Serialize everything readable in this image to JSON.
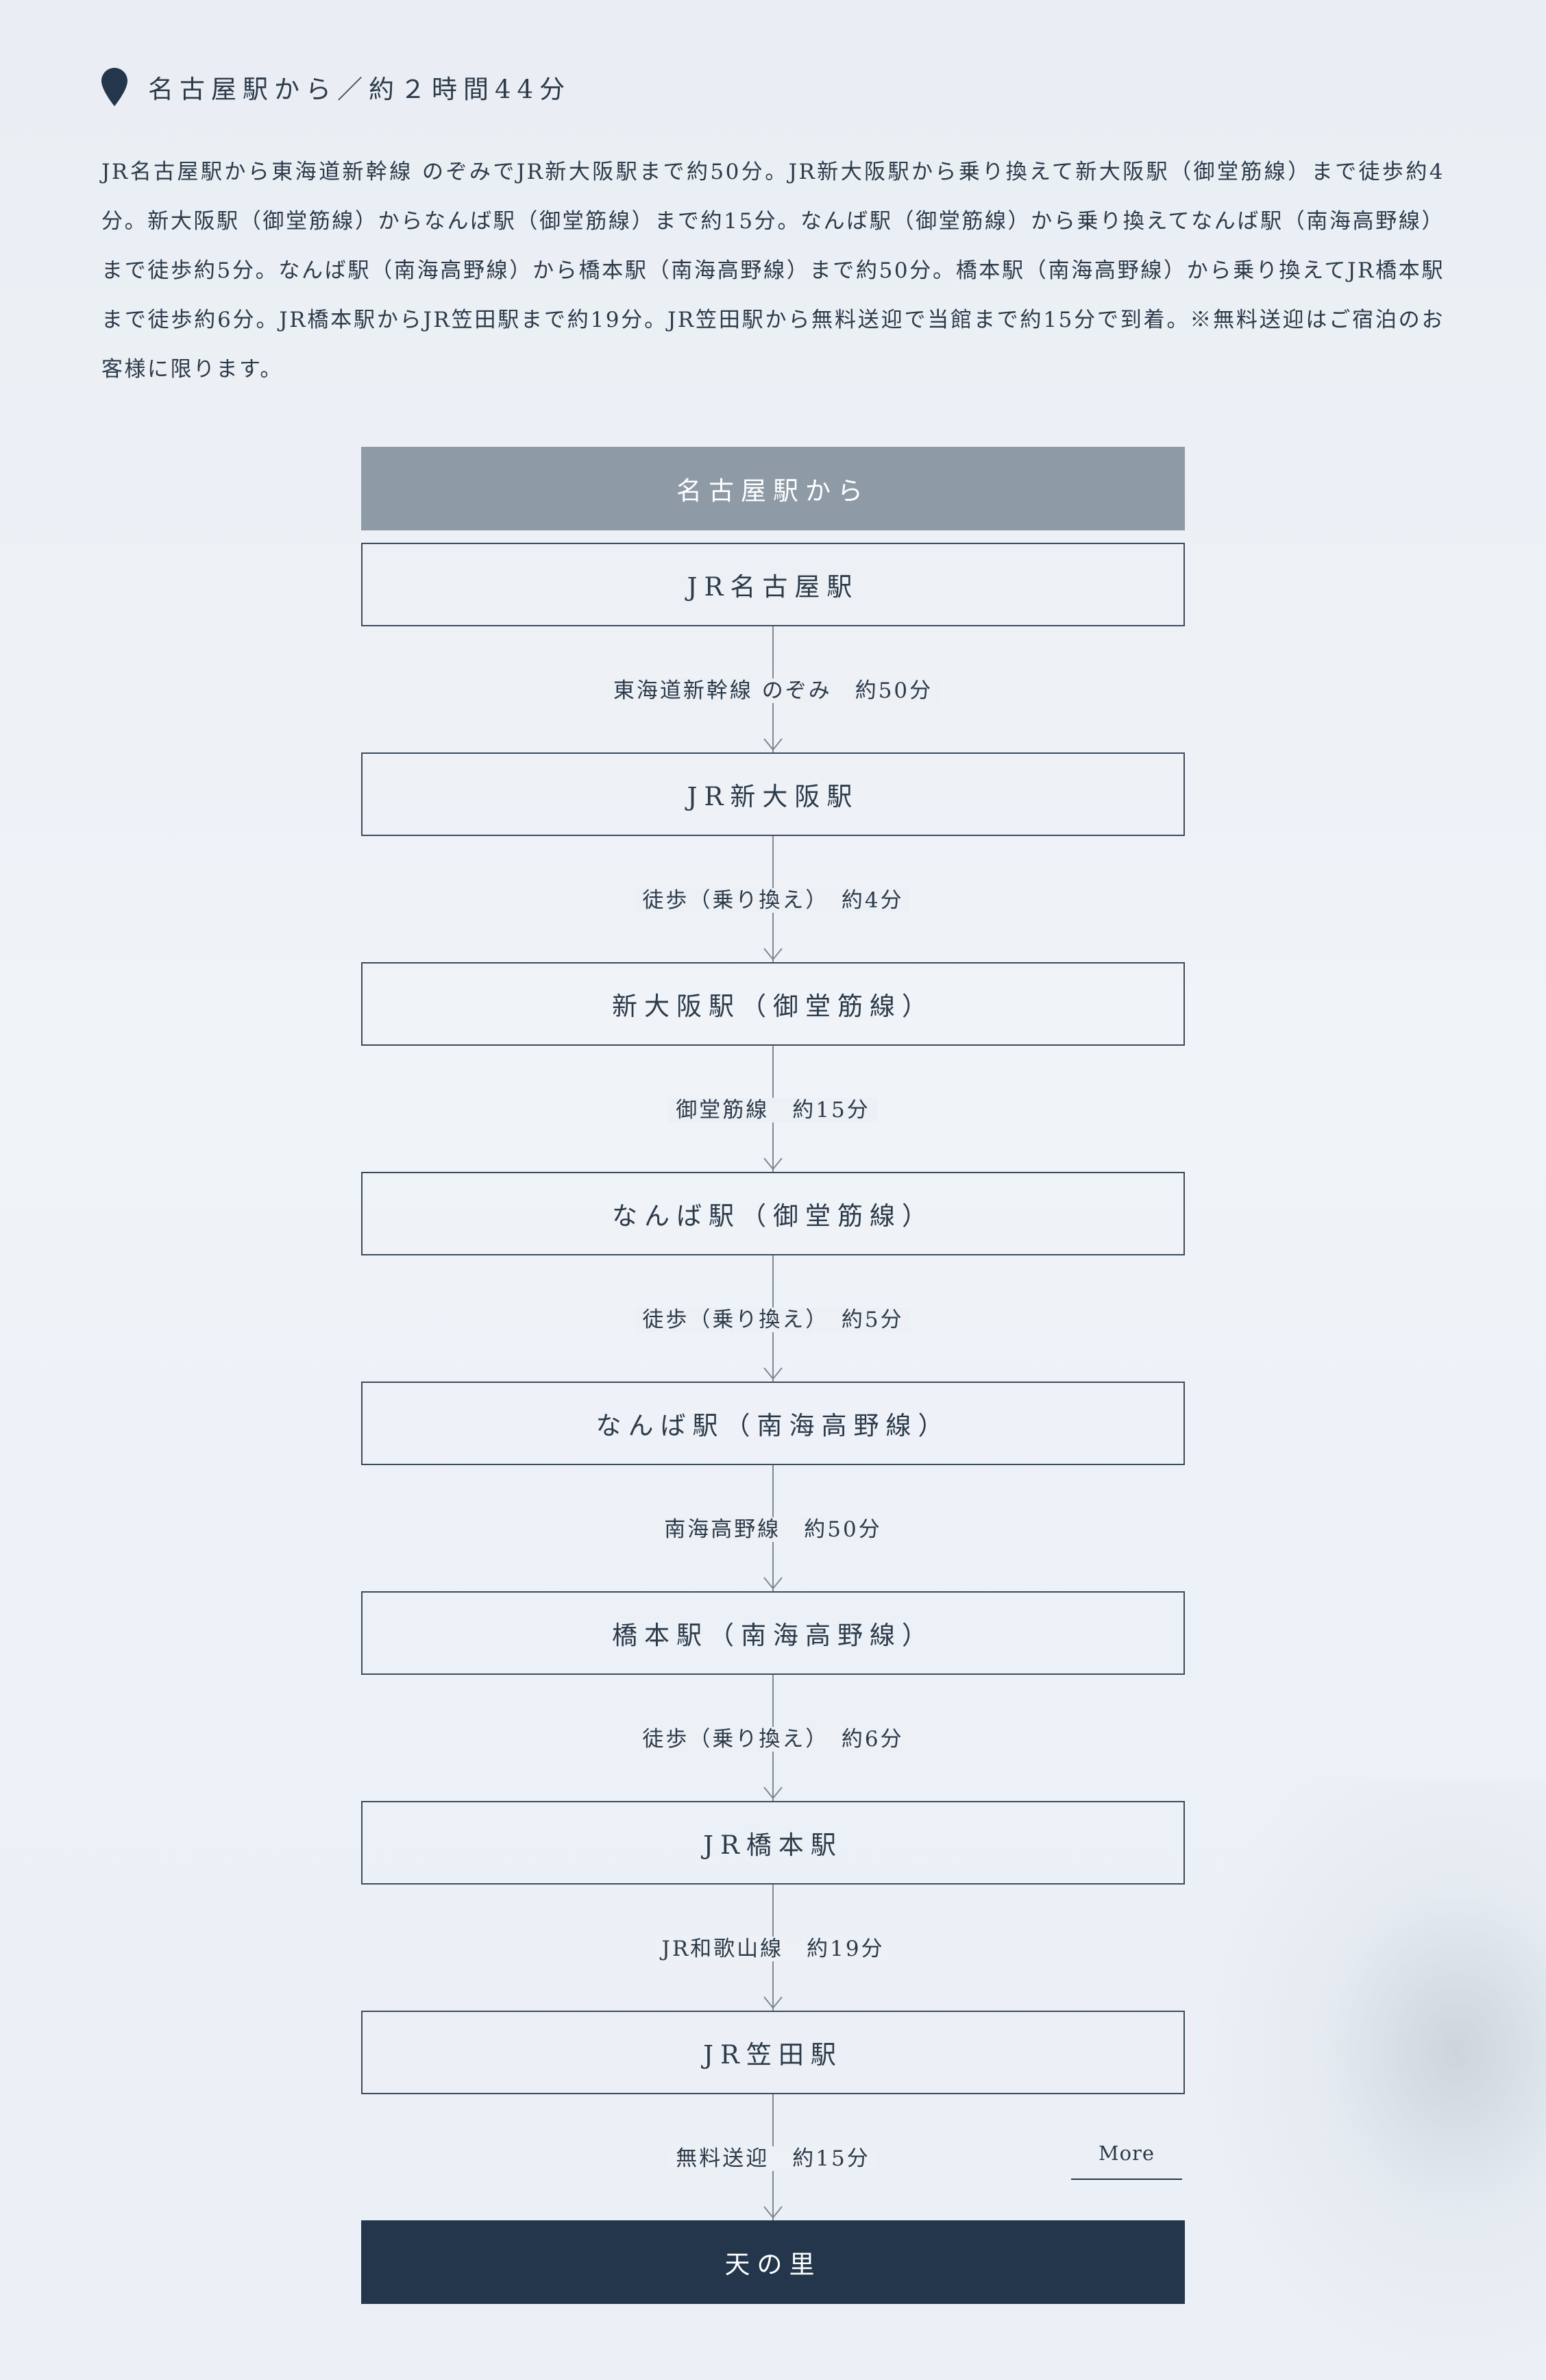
{
  "header": {
    "title": "名古屋駅から／約２時間44分",
    "icon": "map-pin-icon"
  },
  "intro": "JR名古屋駅から東海道新幹線 のぞみでJR新大阪駅まで約50分。JR新大阪駅から乗り換えて新大阪駅（御堂筋線）まで徒歩約4分。新大阪駅（御堂筋線）からなんば駅（御堂筋線）まで約15分。なんば駅（御堂筋線）から乗り換えてなんば駅（南海高野線）まで徒歩約5分。なんば駅（南海高野線）から橋本駅（南海高野線）まで約50分。橋本駅（南海高野線）から乗り換えてJR橋本駅まで徒歩約6分。JR橋本駅からJR笠田駅まで約19分。JR笠田駅から無料送迎で当館まで約15分で到着。※無料送迎はご宿泊のお客様に限ります。",
  "route": {
    "origin": "名古屋駅から",
    "stations": [
      "JR名古屋駅",
      "JR新大阪駅",
      "新大阪駅（御堂筋線）",
      "なんば駅（御堂筋線）",
      "なんば駅（南海高野線）",
      "橋本駅（南海高野線）",
      "JR橋本駅",
      "JR笠田駅"
    ],
    "segments": [
      "東海道新幹線 のぞみ　約50分",
      "徒歩（乗り換え）　約4分",
      "御堂筋線　約15分",
      "徒歩（乗り換え）　約5分",
      "南海高野線　約50分",
      "徒歩（乗り換え）　約6分",
      "JR和歌山線　約19分",
      "無料送迎　約15分"
    ],
    "destination": "天の里"
  },
  "more_label": "More",
  "colors": {
    "text": "#2c3a4a",
    "origin_bg": "#8e9aa6",
    "dest_bg": "#23364b",
    "border": "#3b4b5c",
    "line": "#7f8994"
  }
}
